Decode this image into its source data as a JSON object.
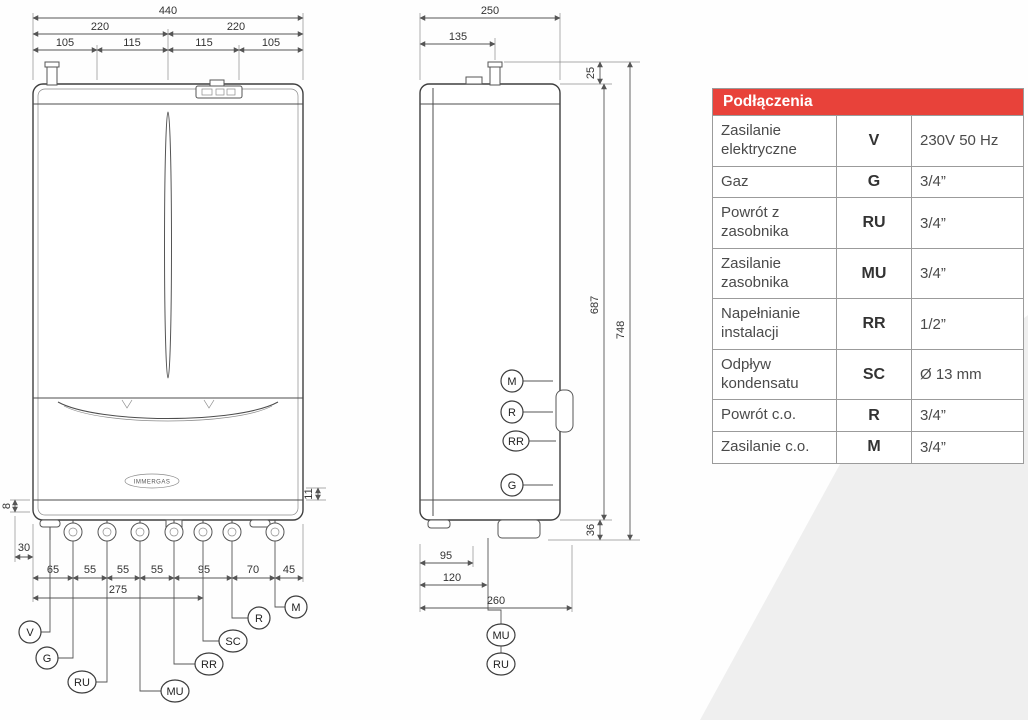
{
  "colors": {
    "header_red": "#e8423a",
    "line_dark": "#3f3f3f",
    "watermark_gray": "#efefef"
  },
  "table": {
    "header": "Podłączenia",
    "rows": [
      {
        "name": "Zasilanie elektryczne",
        "symbol": "V",
        "value": "230V 50 Hz"
      },
      {
        "name": "Gaz",
        "symbol": "G",
        "value": "3/4”"
      },
      {
        "name": "Powrót z zasobnika",
        "symbol": "RU",
        "value": "3/4”"
      },
      {
        "name": "Zasilanie zasobnika",
        "symbol": "MU",
        "value": "3/4”"
      },
      {
        "name": "Napełnianie instalacji",
        "symbol": "RR",
        "value": "1/2”"
      },
      {
        "name": "Odpływ kondensatu",
        "symbol": "SC",
        "value": "Ø 13 mm"
      },
      {
        "name": "Powrót c.o.",
        "symbol": "R",
        "value": "3/4”"
      },
      {
        "name": "Zasilanie c.o.",
        "symbol": "M",
        "value": "3/4”"
      }
    ]
  },
  "front": {
    "total": "440",
    "half_left": "220",
    "half_right": "220",
    "sub": [
      "105",
      "115",
      "115",
      "105"
    ],
    "left_8": "8",
    "left_30": "30",
    "right_11": "11",
    "bottom": [
      "65",
      "55",
      "55",
      "55",
      "95",
      "70",
      "45"
    ],
    "span_275": "275",
    "brand": "IMMERGAS",
    "labels": {
      "v": "V",
      "g": "G",
      "ru": "RU",
      "mu": "MU",
      "rr": "RR",
      "sc": "SC",
      "r": "R",
      "m": "M"
    }
  },
  "side": {
    "top_250": "250",
    "top_135": "135",
    "r_25": "25",
    "r_687": "687",
    "r_748": "748",
    "r_36": "36",
    "b_95": "95",
    "b_120": "120",
    "b_260": "260",
    "labels": {
      "m": "M",
      "r": "R",
      "rr": "RR",
      "g": "G",
      "mu": "MU",
      "ru": "RU"
    }
  }
}
